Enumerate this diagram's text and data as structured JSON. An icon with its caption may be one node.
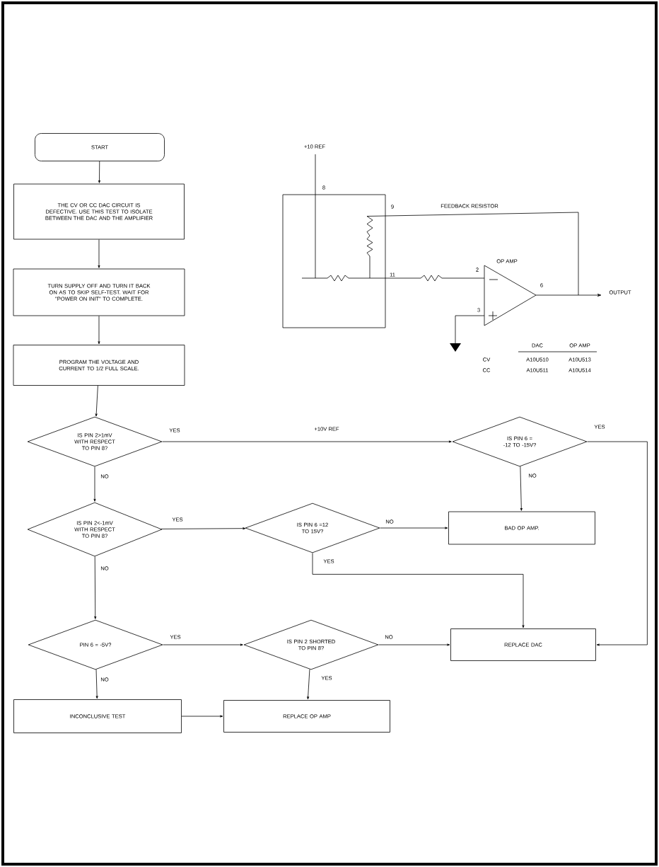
{
  "diagram": {
    "nodes": [
      {
        "text": [
          "START"
        ]
      },
      {
        "text": [
          "THE CV OR CC DAC CIRCUIT IS DEFECTIVE. USE THIS TEST TO ISOLATE BETWEEN THE DAC AND THE AMPLIFIER"
        ]
      },
      {
        "text": [
          "TURN SUPPLY OFF AND TURN IT BACK ON AS TO SKIP SELF-TEST. WAIT FOR \"POWER ON INIT\" TO COMPLETE."
        ]
      },
      {
        "text": [
          "PROGRAM THE VOLTAGE AND CURRENT TO 1/2 FULL SCALE."
        ]
      },
      {
        "text": [
          "IS PIN 2>1mV WITH RESPECT TO PIN 8?"
        ]
      },
      {
        "text": [
          "IS PIN 6 = -12 TO -15V?"
        ]
      },
      {
        "text": [
          "IS PIN 2<-1mV WITH RESPECT TO PIN 8?"
        ]
      },
      {
        "text": [
          "IS PIN 6 =12 TO 15V?"
        ]
      },
      {
        "text": [
          "BAD OP AMP."
        ]
      },
      {
        "text": [
          "PIN 6 = -5V?"
        ]
      },
      {
        "text": [
          "IS PIN 2 SHORTED TO PIN 8?"
        ]
      },
      {
        "text": [
          "REPLACE DAC"
        ]
      },
      {
        "text": [
          "INCONCLUSIVE TEST"
        ]
      },
      {
        "text": [
          "REPLACE OP AMP"
        ]
      }
    ],
    "edges": [
      {
        "from": 0,
        "to": 1,
        "arrow": "to"
      },
      {
        "from": 1,
        "to": 2,
        "arrow": "to"
      },
      {
        "from": 2,
        "to": 3,
        "arrow": "to"
      },
      {
        "from": 3,
        "to": 4,
        "arrow": "to"
      },
      {
        "from": 4,
        "to": 5,
        "arrow": "to",
        "label": "YES"
      },
      {
        "from": 4,
        "to": 6,
        "arrow": "to",
        "label": "NO"
      },
      {
        "from": 5,
        "to": 8,
        "arrow": "to",
        "label": "NO"
      },
      {
        "from": 5,
        "to": 11,
        "arrow": "to",
        "label": "YES"
      },
      {
        "from": 6,
        "to": 7,
        "arrow": "to",
        "label": "YES"
      },
      {
        "from": 6,
        "to": 9,
        "arrow": "to",
        "label": "NO"
      },
      {
        "from": 7,
        "to": 8,
        "arrow": "to",
        "label": "NO"
      },
      {
        "from": 7,
        "to": 11,
        "arrow": "to",
        "label": "YES"
      },
      {
        "from": 9,
        "to": 10,
        "arrow": "to",
        "label": "YES"
      },
      {
        "from": 9,
        "to": 12,
        "arrow": "to",
        "label": "NO"
      },
      {
        "from": 10,
        "to": 11,
        "arrow": "to",
        "label": "NO"
      },
      {
        "from": 10,
        "to": 13,
        "arrow": "to",
        "label": "YES"
      },
      {
        "from": 12,
        "to": 13,
        "arrow": "to"
      }
    ],
    "labels": [
      "+10 REF",
      "8",
      "9",
      "FEEDBACK RESISTOR",
      "OP AMP",
      "11",
      "2",
      "6",
      "OUTPUT",
      "3",
      "DAC",
      "OP AMP",
      "CV",
      "A10U510",
      "A10U513",
      "CC",
      "A10U511",
      "A10U514",
      "+10V REF"
    ]
  }
}
